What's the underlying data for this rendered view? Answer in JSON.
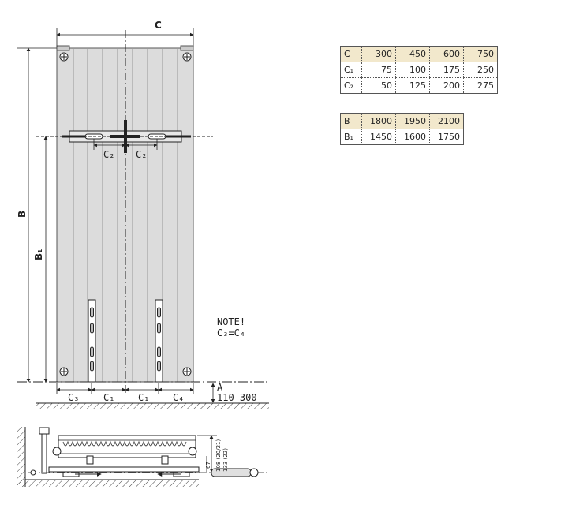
{
  "dimensions": {
    "c": "C",
    "b": "B",
    "b1": "B₁",
    "c1": "C₁",
    "c2": "C₂",
    "c3": "C₃",
    "c4": "C₄",
    "a": "A",
    "a_range": "110-300"
  },
  "note": {
    "title": "NOTE!",
    "text": "C₃=C₄"
  },
  "side_view": {
    "height_1": "108 (20/21)",
    "height_2": "133 (22)",
    "height_3": "67"
  },
  "table_c": {
    "rows": [
      {
        "label": "C",
        "values": [
          "300",
          "450",
          "600",
          "750"
        ]
      },
      {
        "label": "C₁",
        "values": [
          "75",
          "100",
          "175",
          "250"
        ]
      },
      {
        "label": "C₂",
        "values": [
          "50",
          "125",
          "200",
          "275"
        ]
      }
    ]
  },
  "table_b": {
    "rows": [
      {
        "label": "B",
        "values": [
          "1800",
          "1950",
          "2100"
        ]
      },
      {
        "label": "B₁",
        "values": [
          "1450",
          "1600",
          "1750"
        ]
      }
    ]
  },
  "colors": {
    "radiator_fill": "#dcdcdc",
    "table_header": "#f2e8cc",
    "line": "#222222"
  }
}
